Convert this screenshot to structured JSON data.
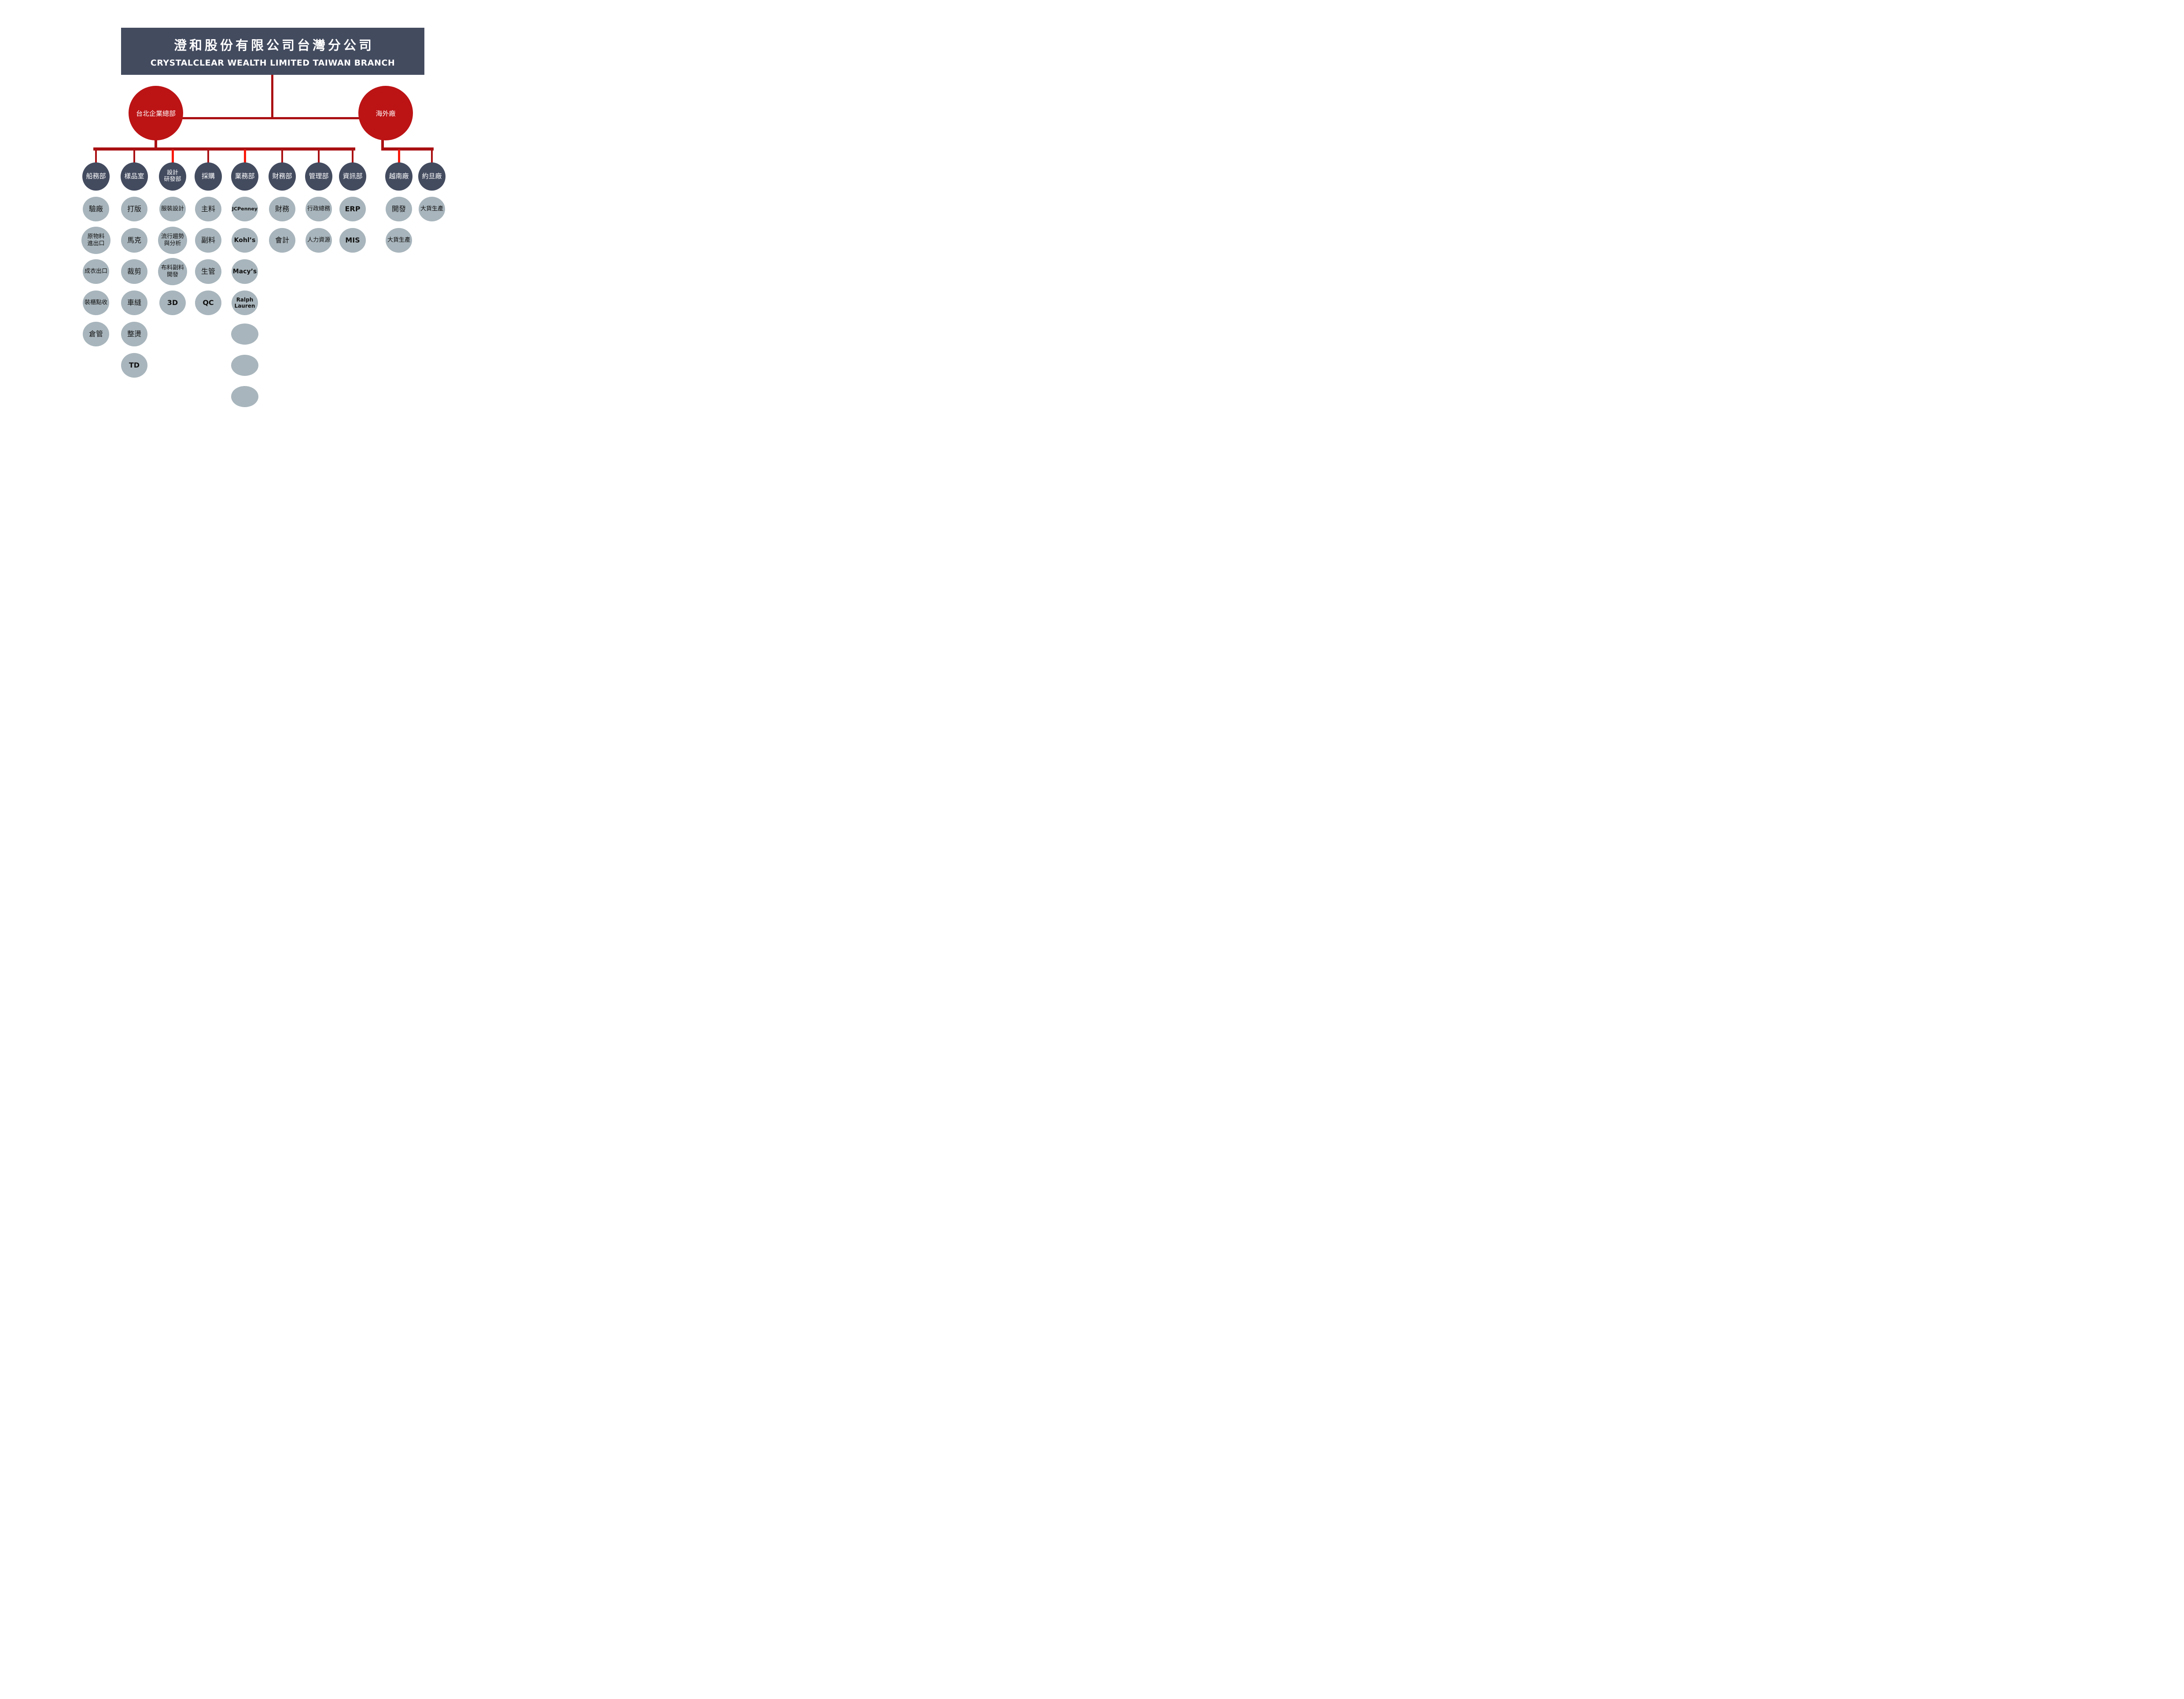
{
  "header": {
    "title_zh": "澄和股份有限公司台灣分公司",
    "title_en": "CRYSTALCLEAR WEALTH LIMITED TAIWAN BRANCH"
  },
  "hubs": [
    {
      "label": "台北企業總部"
    },
    {
      "label": "海外廠"
    }
  ],
  "departments": [
    {
      "label": "船務部",
      "children": [
        {
          "label": "驗廠"
        },
        {
          "label": "原物料\n進出口"
        },
        {
          "label": "成衣出口"
        },
        {
          "label": "裝櫃點收"
        },
        {
          "label": "倉管"
        }
      ]
    },
    {
      "label": "樣品室",
      "children": [
        {
          "label": "打版"
        },
        {
          "label": "馬克"
        },
        {
          "label": "裁剪"
        },
        {
          "label": "車縫"
        },
        {
          "label": "整燙"
        },
        {
          "label": "TD"
        }
      ]
    },
    {
      "label": "設計\n研發部",
      "children": [
        {
          "label": "服裝設計"
        },
        {
          "label": "流行趨勢\n與分析"
        },
        {
          "label": "布料副料\n開發"
        },
        {
          "label": "3D"
        }
      ]
    },
    {
      "label": "採購",
      "children": [
        {
          "label": "主料"
        },
        {
          "label": "副料"
        },
        {
          "label": "生管"
        },
        {
          "label": "QC"
        }
      ]
    },
    {
      "label": "業務部",
      "children": [
        {
          "label": "JCPenney"
        },
        {
          "label": "Kohl’s"
        },
        {
          "label": "Macy’s"
        },
        {
          "label": "Ralph\nLauren"
        },
        {
          "label": ""
        },
        {
          "label": ""
        },
        {
          "label": ""
        }
      ]
    },
    {
      "label": "財務部",
      "children": [
        {
          "label": "財務"
        },
        {
          "label": "會計"
        }
      ]
    },
    {
      "label": "管理部",
      "children": [
        {
          "label": "行政總務"
        },
        {
          "label": "人力資源"
        }
      ]
    },
    {
      "label": "資訊部",
      "children": [
        {
          "label": "ERP"
        },
        {
          "label": "MIS"
        }
      ]
    },
    {
      "label": "越南廠",
      "children": [
        {
          "label": "開發"
        },
        {
          "label": "大貨生產"
        }
      ]
    },
    {
      "label": "約旦廠",
      "children": [
        {
          "label": "大貨生產"
        }
      ]
    }
  ],
  "colors": {
    "node_dark": "#434B5F",
    "hub_red": "#BC1315",
    "connector_red": "#AA1013",
    "connector_bright_red": "#F8190C",
    "unit_gray": "#A8B5BC",
    "unit_text": "#111111",
    "node_text": "#FFFFFF"
  }
}
